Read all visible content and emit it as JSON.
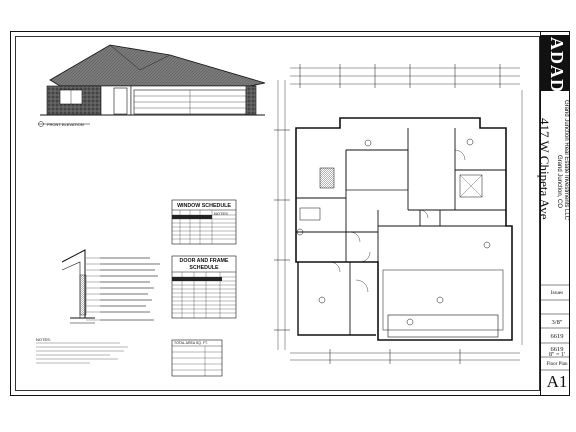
{
  "sheet": {
    "elevation_label": "FRONT ELEVATION",
    "window_schedule_title": "WINDOW SCHEDULE",
    "window_schedule_notes": "NOTES",
    "door_schedule_title_line1": "DOOR AND FRAME",
    "door_schedule_title_line2": "SCHEDULE",
    "notes_header": "NOTES:",
    "area_table_header": "TOTAL AREA SQ. FT."
  },
  "title_block": {
    "logo_text": "ADAD",
    "address": "417 W Chipeta Ave",
    "client_line1": "Grand Junction Real Estate Investments LLC",
    "client_line2": "Grand Junction, CO",
    "label_issue": "Issues",
    "field_scale": "3/8\"",
    "field_date1": "6619",
    "field_date2": "6619",
    "field_size": "8\" = 1'",
    "sheet_name": "Floor Plan",
    "sheet_number": "A1"
  },
  "colors": {
    "line": "#111111",
    "roof": "#6e6e6e",
    "stone": "#4a4a4a",
    "logo_bg": "#111111"
  }
}
